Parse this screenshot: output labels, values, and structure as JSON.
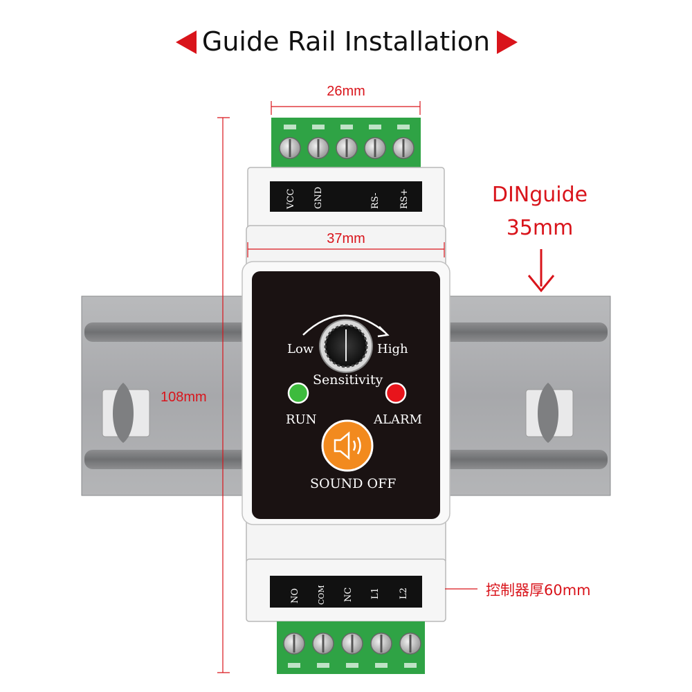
{
  "title": "Guide Rail Installation",
  "dimensions": {
    "top_width": "26mm",
    "body_width": "37mm",
    "height": "108mm",
    "din_label": "DINguide",
    "din_size": "35mm",
    "thickness_note": "控制器厚60mm"
  },
  "top_terminals": [
    "VCC",
    "GND",
    "RS-",
    "RS+"
  ],
  "bottom_terminals": [
    "NO",
    "COM",
    "NC",
    "L1",
    "L2"
  ],
  "panel": {
    "knob_low": "Low",
    "knob_high": "High",
    "sensitivity": "Sensitivity",
    "run_label": "RUN",
    "alarm_label": "ALARM",
    "sound_off": "SOUND OFF"
  },
  "colors": {
    "accent_red": "#d9141b",
    "terminal_green": "#2fa345",
    "run_led": "#3dbb3d",
    "alarm_led": "#e8141b",
    "sound_button": "#f28a1e"
  }
}
